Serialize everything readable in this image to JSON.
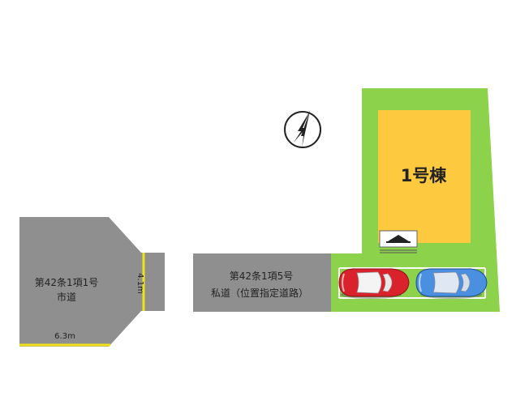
{
  "building": {
    "label": "1号棟"
  },
  "city_road": {
    "label_line1": "第42条1項1号",
    "label_line2": "市道",
    "width_label": "4.1m",
    "length_label": "6.3m"
  },
  "private_road": {
    "label_line1": "第42条1項5号",
    "label_line2": "私道（位置指定道路）"
  },
  "icons": {
    "compass": "north-arrow-icon",
    "entrance": "entrance-arrow-icon",
    "car_red": "car-icon",
    "car_blue": "car-icon"
  },
  "colors": {
    "road": "#8f8f8f",
    "lot": "#8cd24a",
    "building": "#fcc93f",
    "dimension_line": "#f2e316",
    "car_red": "#d9222c",
    "car_blue": "#4a8fe0"
  }
}
